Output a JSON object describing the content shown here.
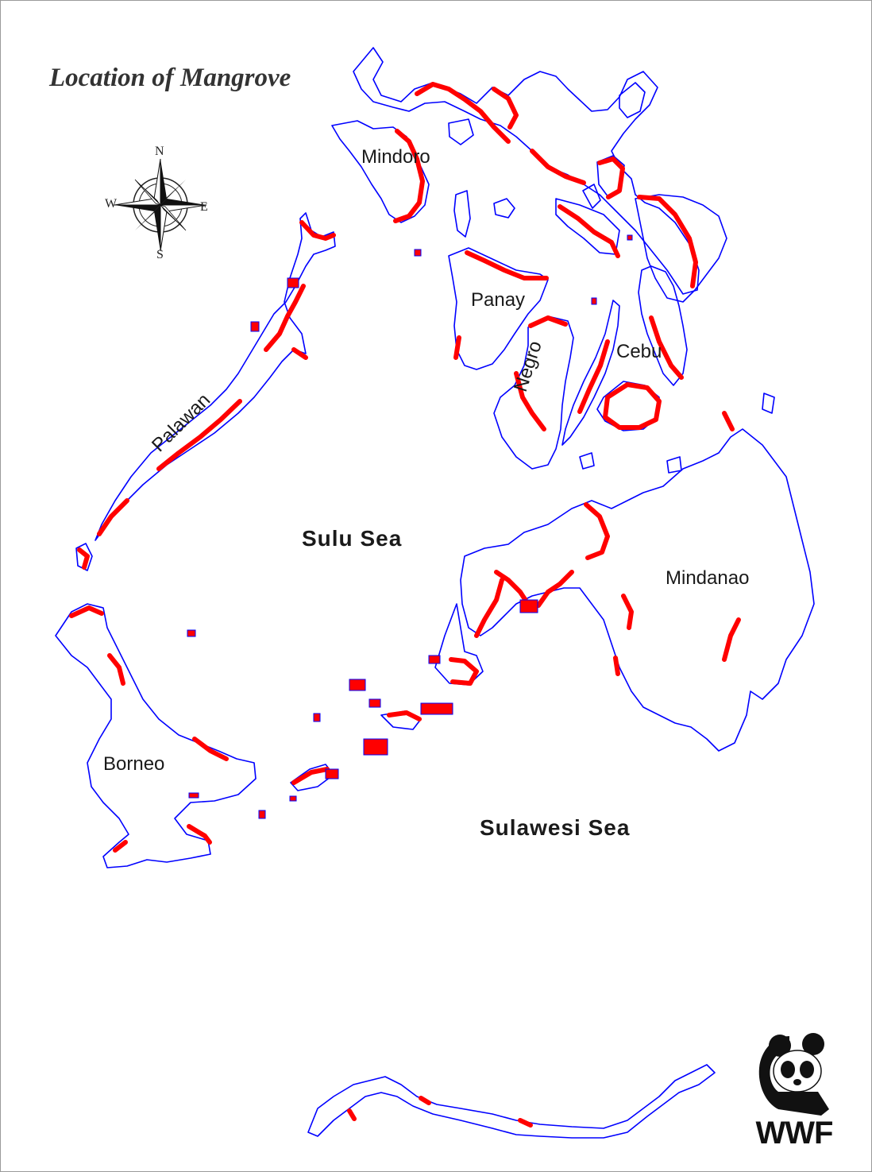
{
  "map": {
    "title": "Location of Mangrove",
    "compass": {
      "north": "N",
      "south": "S",
      "east": "E",
      "west": "W"
    },
    "islands": {
      "mindoro": "Mindoro",
      "panay": "Panay",
      "negro": "Negro",
      "cebu": "Cebu",
      "palawan": "Palawan",
      "mindanao": "Mindanao",
      "borneo": "Borneo"
    },
    "seas": {
      "sulu": "Sulu Sea",
      "sulawesi": "Sulawesi Sea"
    },
    "colors": {
      "coastline": "#0000ff",
      "mangrove": "#ff0000",
      "background": "#ffffff"
    },
    "logo": {
      "text": "WWF",
      "icon": "panda-icon"
    }
  }
}
